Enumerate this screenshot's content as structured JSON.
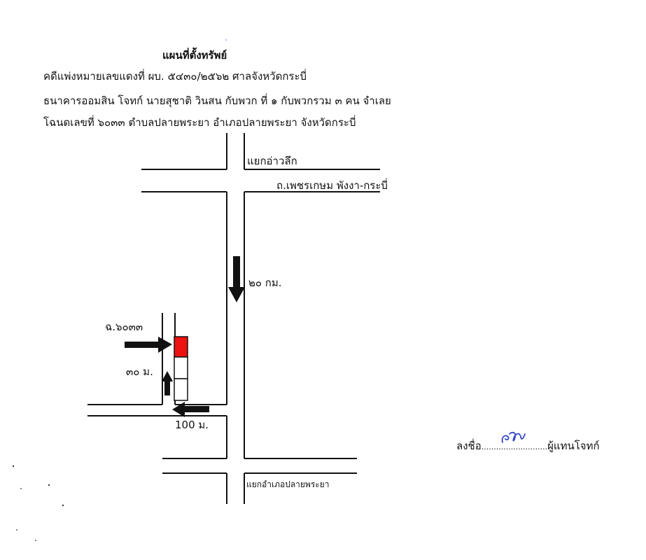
{
  "header": {
    "title": "แผนที่ตั้งทรัพย์",
    "line1": "คดีแพ่งหมายเลขแดงที่ ผบ. ๕๔๓๐/๒๕๖๒  ศาลจังหวัดกระบี่",
    "line2": "ธนาคารออมสิน โจทก์   นายสุชาติ  วินสน กับพวก ที่ ๑ กับพวกรวม ๓ คน จำเลย",
    "line3": "โฉนดเลขที่ ๖๐๓๓ ตำบลปลายพระยา อำเภอปลายพระยา  จังหวัดกระบี่"
  },
  "map": {
    "junction_top": "แยกอ่าวลึก",
    "highway": "ถ.เพชรเกษม พังงา-กระบี่",
    "distance_highway": "๒๐ กม.",
    "deed_label": "ฉ.๖๐๓๓",
    "distance_lane": "๓๐ ม.",
    "distance_side": "100 ม.",
    "junction_bottom": "แยกอำเภอปลายพระยา",
    "property_color": "#ee1111"
  },
  "signature": {
    "prefix": "ลงชื่อ",
    "dots_left": "........",
    "dots_right": "...................",
    "suffix": "ผู้แทนโจทก์",
    "handwriting": "ดา"
  }
}
